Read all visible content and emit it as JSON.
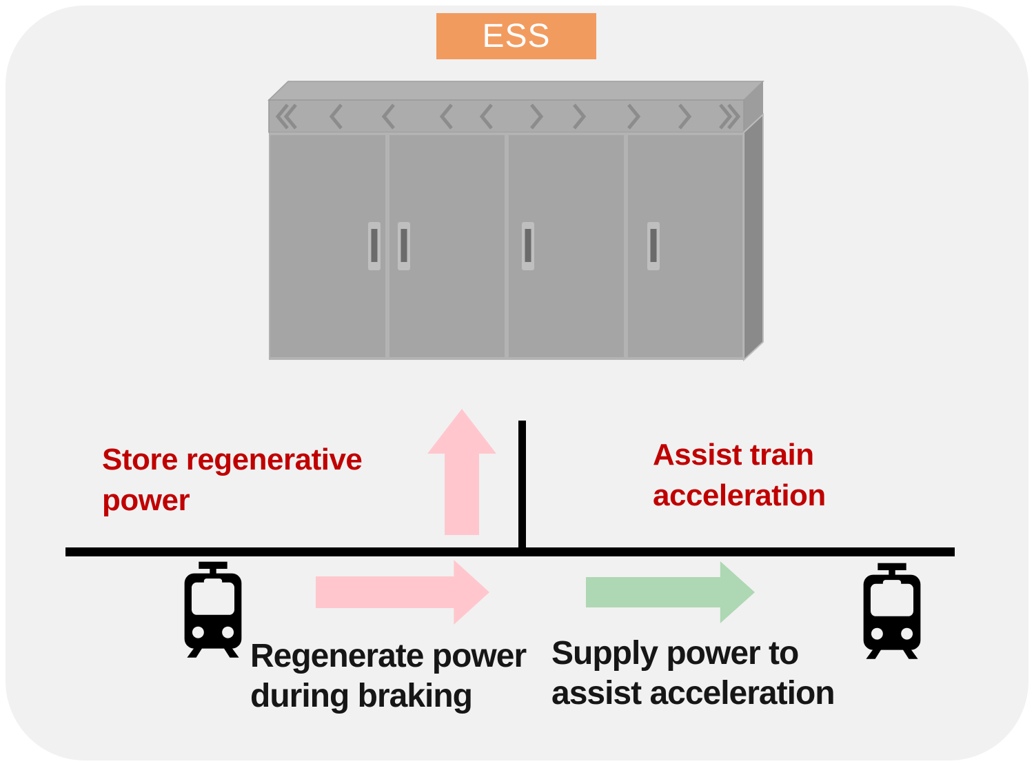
{
  "ess_label": {
    "text": "ESS"
  },
  "store_label": {
    "line1": "Store regenerative",
    "line2": "power"
  },
  "assist_label": {
    "line1": "Assist train",
    "line2": "acceleration"
  },
  "regen_label": {
    "line1": "Regenerate power",
    "line2": "during braking"
  },
  "supply_label": {
    "line1": "Supply power to",
    "line2": "assist acceleration"
  },
  "colors": {
    "page_bg": "#FFFFFF",
    "panel_bg": "#F1F1F1",
    "ess_badge_bg": "#F29B5F",
    "ess_badge_text": "#FFFFFF",
    "red_text": "#C00000",
    "black_text": "#161616",
    "pink_arrow": "#FFC7CD",
    "green_arrow": "#AED7B3",
    "power_line": "#000000",
    "cabinet_body": "#A5A5A5",
    "cabinet_side": "#8A8A8A"
  }
}
